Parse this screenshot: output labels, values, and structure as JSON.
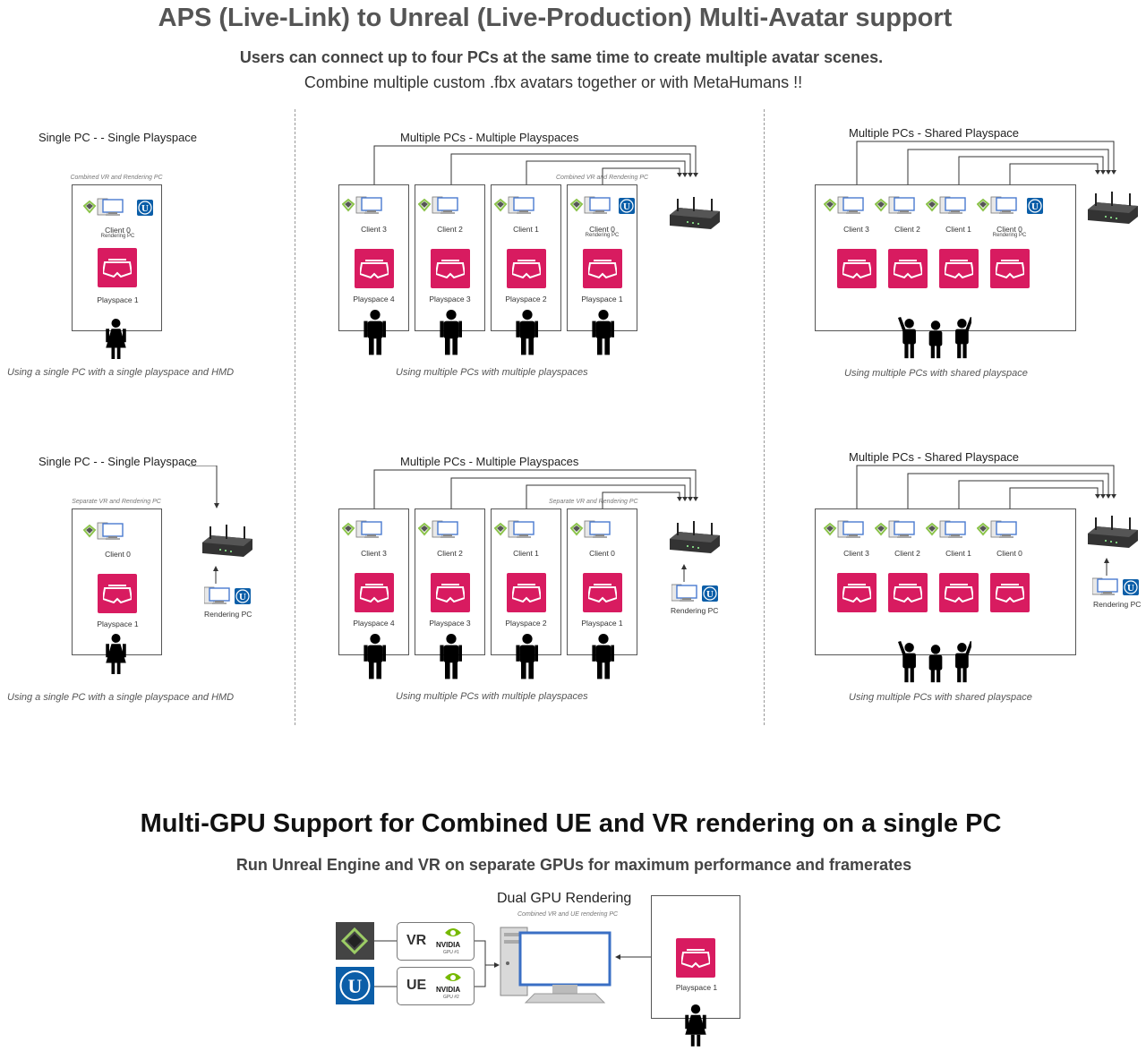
{
  "header": {
    "title": "APS (Live-Link) to Unreal (Live-Production) Multi-Avatar support",
    "subtitle": "Users can connect up to four PCs at the same time to create multiple avatar scenes.",
    "subtitle2": "Combine multiple custom .fbx avatars together or with MetaHumans !!"
  },
  "panels": {
    "single_top": {
      "title": "Single PC - - Single Playspace",
      "box_caption": "Combined VR and Rendering PC",
      "client": "Client 0",
      "client_sub": "Rendering PC",
      "playspace": "Playspace 1",
      "caption": "Using a single PC with a single playspace and HMD"
    },
    "multi_top": {
      "title": "Multiple PCs - Multiple Playspaces",
      "box_caption": "Combined VR and Rendering PC",
      "clients": [
        "Client 3",
        "Client 2",
        "Client 1",
        "Client 0"
      ],
      "client0_sub": "Rendering PC",
      "playspaces": [
        "Playspace 4",
        "Playspace 3",
        "Playspace 2",
        "Playspace 1"
      ],
      "caption": "Using multiple PCs with multiple playspaces"
    },
    "shared_top": {
      "title": "Multiple PCs - Shared Playspace",
      "clients": [
        "Client 3",
        "Client 2",
        "Client 1",
        "Client 0"
      ],
      "client0_sub": "Rendering PC",
      "caption": "Using multiple PCs with shared playspace"
    },
    "single_bottom": {
      "title": "Single PC - - Single Playspace",
      "box_caption": "Separate VR and Rendering PC",
      "client": "Client 0",
      "playspace": "Playspace 1",
      "rendering": "Rendering PC",
      "caption": "Using a single PC with a single playspace and HMD"
    },
    "multi_bottom": {
      "title": "Multiple PCs - Multiple Playspaces",
      "box_caption": "Separate VR and Rendering PC",
      "clients": [
        "Client 3",
        "Client 2",
        "Client 1",
        "Client 0"
      ],
      "playspaces": [
        "Playspace 4",
        "Playspace 3",
        "Playspace 2",
        "Playspace 1"
      ],
      "rendering": "Rendering PC",
      "caption": "Using multiple PCs with multiple playspaces"
    },
    "shared_bottom": {
      "title": "Multiple PCs - Shared Playspace",
      "clients": [
        "Client 3",
        "Client 2",
        "Client 1",
        "Client 0"
      ],
      "rendering": "Rendering PC",
      "caption": "Using multiple PCs with shared playspace"
    }
  },
  "gpu": {
    "title": "Multi-GPU Support for Combined UE and VR rendering on a single PC",
    "subtitle": "Run Unreal Engine and VR on separate GPUs for maximum performance and framerates",
    "diagram_title": "Dual GPU Rendering",
    "pc_caption": "Combined VR and UE rendering PC",
    "vr_label": "VR",
    "ue_label": "UE",
    "nvidia": "NVIDIA",
    "gpu1": "GPU #1",
    "gpu2": "GPU #2",
    "playspace": "Playspace 1"
  },
  "colors": {
    "hmd": "#d81b60",
    "ue_blue": "#0b5ea8",
    "nvidia_green": "#76b900",
    "monitor_blue": "#3a6fc4"
  }
}
